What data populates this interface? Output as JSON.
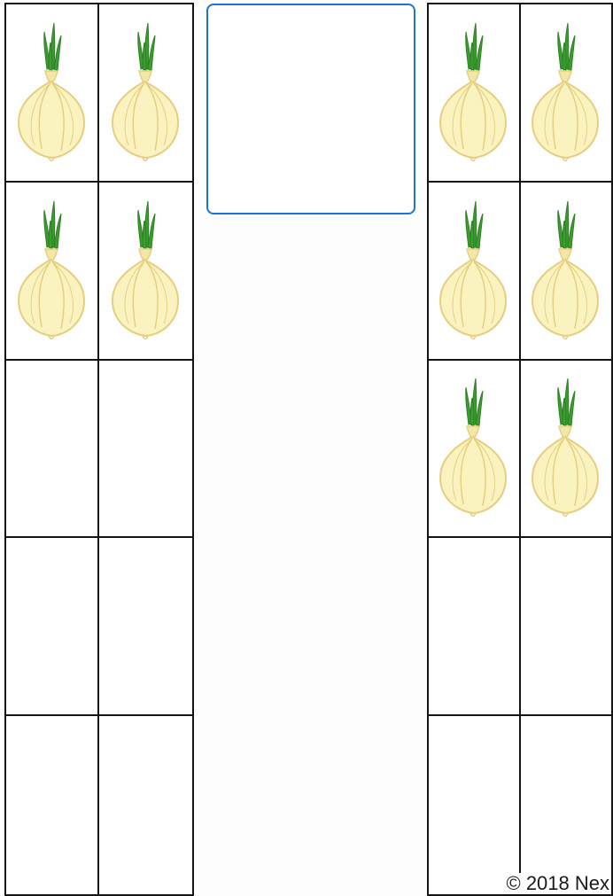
{
  "frames": [
    {
      "id": "left",
      "rows": 5,
      "cols": 2,
      "filled": 4
    },
    {
      "id": "right",
      "rows": 5,
      "cols": 2,
      "filled": 6
    }
  ],
  "item_icon": "onion-icon",
  "answer_box": {
    "value": ""
  },
  "footer": {
    "copyright": "© 2018 Nex"
  },
  "colors": {
    "grid_line": "#141414",
    "answer_border": "#1b74d8",
    "onion_body": "#fbf3bf",
    "onion_outline": "#e5cf7f",
    "onion_leaf": "#3a9e2e"
  }
}
